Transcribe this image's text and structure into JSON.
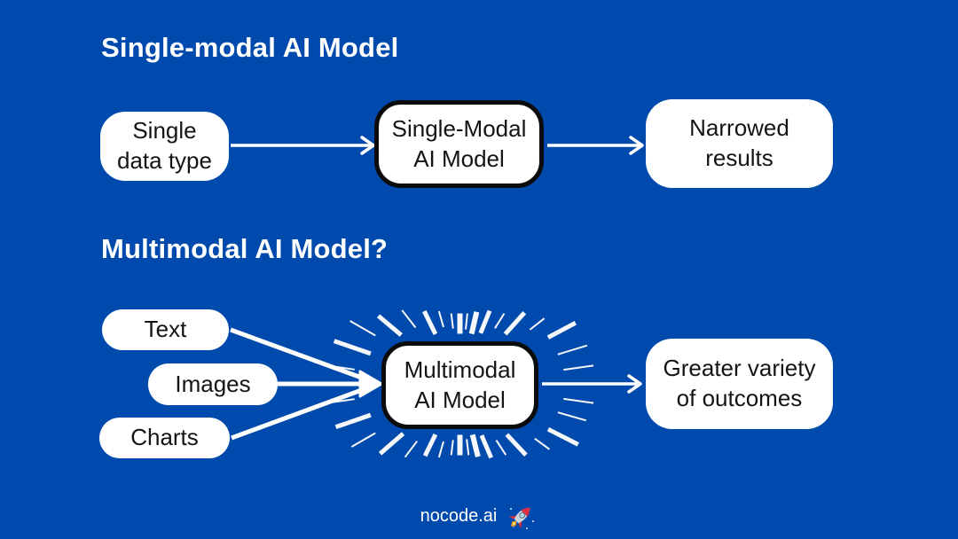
{
  "colors": {
    "background": "#004AAD",
    "box_fill": "#FFFFFF",
    "box_border": "#0B0B0B",
    "box_text": "#141414",
    "title_text": "#FFFFFF",
    "connectors": "#FFFFFF"
  },
  "single_modal": {
    "title": "Single-modal AI Model",
    "input_box": "Single\ndata type",
    "model_box": "Single-Modal\nAI Model",
    "output_box": "Narrowed\nresults"
  },
  "multimodal": {
    "title": "Multimodal AI Model?",
    "input_boxes": [
      "Text",
      "Images",
      "Charts"
    ],
    "model_box": "Multimodal\nAI Model",
    "output_box": "Greater variety\nof outcomes"
  },
  "footer": {
    "brand": "nocode.ai",
    "icon": "rocket-icon"
  }
}
